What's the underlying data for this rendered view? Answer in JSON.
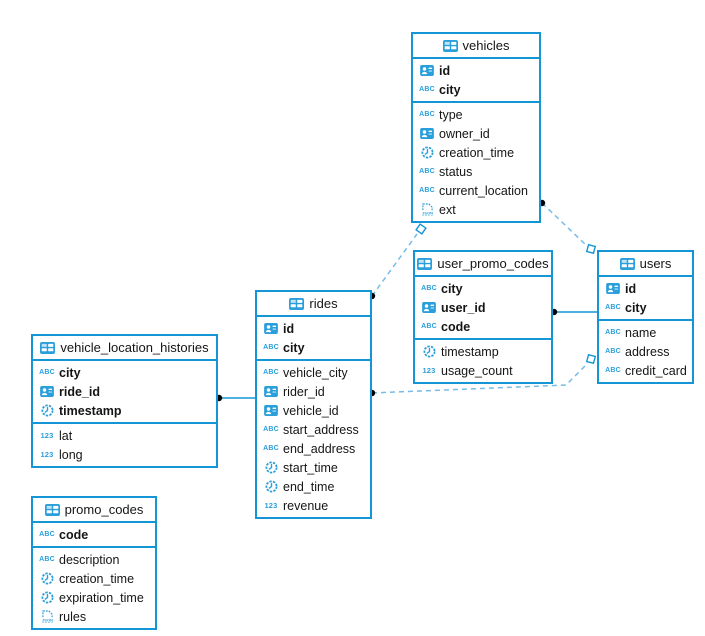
{
  "diagram": {
    "tables": [
      {
        "name": "vehicles",
        "fields": [
          {
            "name": "id",
            "type": "uuid",
            "pk": true
          },
          {
            "name": "city",
            "type": "string",
            "pk": true
          },
          {
            "name": "type",
            "type": "string",
            "pk": false
          },
          {
            "name": "owner_id",
            "type": "uuid",
            "pk": false
          },
          {
            "name": "creation_time",
            "type": "timestamp",
            "pk": false
          },
          {
            "name": "status",
            "type": "string",
            "pk": false
          },
          {
            "name": "current_location",
            "type": "string",
            "pk": false
          },
          {
            "name": "ext",
            "type": "json",
            "pk": false
          }
        ]
      },
      {
        "name": "user_promo_codes",
        "fields": [
          {
            "name": "city",
            "type": "string",
            "pk": true
          },
          {
            "name": "user_id",
            "type": "uuid",
            "pk": true
          },
          {
            "name": "code",
            "type": "string",
            "pk": true
          },
          {
            "name": "timestamp",
            "type": "timestamp",
            "pk": false
          },
          {
            "name": "usage_count",
            "type": "number",
            "pk": false
          }
        ]
      },
      {
        "name": "users",
        "fields": [
          {
            "name": "id",
            "type": "uuid",
            "pk": true
          },
          {
            "name": "city",
            "type": "string",
            "pk": true
          },
          {
            "name": "name",
            "type": "string",
            "pk": false
          },
          {
            "name": "address",
            "type": "string",
            "pk": false
          },
          {
            "name": "credit_card",
            "type": "string",
            "pk": false
          }
        ]
      },
      {
        "name": "rides",
        "fields": [
          {
            "name": "id",
            "type": "uuid",
            "pk": true
          },
          {
            "name": "city",
            "type": "string",
            "pk": true
          },
          {
            "name": "vehicle_city",
            "type": "string",
            "pk": false
          },
          {
            "name": "rider_id",
            "type": "uuid",
            "pk": false
          },
          {
            "name": "vehicle_id",
            "type": "uuid",
            "pk": false
          },
          {
            "name": "start_address",
            "type": "string",
            "pk": false
          },
          {
            "name": "end_address",
            "type": "string",
            "pk": false
          },
          {
            "name": "start_time",
            "type": "timestamp",
            "pk": false
          },
          {
            "name": "end_time",
            "type": "timestamp",
            "pk": false
          },
          {
            "name": "revenue",
            "type": "number",
            "pk": false
          }
        ]
      },
      {
        "name": "vehicle_location_histories",
        "fields": [
          {
            "name": "city",
            "type": "string",
            "pk": true
          },
          {
            "name": "ride_id",
            "type": "uuid",
            "pk": true
          },
          {
            "name": "timestamp",
            "type": "timestamp",
            "pk": true
          },
          {
            "name": "lat",
            "type": "number",
            "pk": false
          },
          {
            "name": "long",
            "type": "number",
            "pk": false
          }
        ]
      },
      {
        "name": "promo_codes",
        "fields": [
          {
            "name": "code",
            "type": "string",
            "pk": true
          },
          {
            "name": "description",
            "type": "string",
            "pk": false
          },
          {
            "name": "creation_time",
            "type": "timestamp",
            "pk": false
          },
          {
            "name": "expiration_time",
            "type": "timestamp",
            "pk": false
          },
          {
            "name": "rules",
            "type": "json",
            "pk": false
          }
        ]
      }
    ],
    "relations": [
      {
        "from": "vehicle_location_histories",
        "to": "rides",
        "style": "solid",
        "from_marker": "dot",
        "to_marker": "none"
      },
      {
        "from": "user_promo_codes",
        "to": "users",
        "style": "solid",
        "from_marker": "dot",
        "to_marker": "none"
      },
      {
        "from": "rides",
        "to": "vehicles",
        "style": "dashed",
        "from_marker": "dot",
        "to_marker": "open-square"
      },
      {
        "from": "vehicles",
        "to": "users",
        "style": "dashed",
        "from_marker": "dot",
        "to_marker": "open-square"
      },
      {
        "from": "rides",
        "to": "users",
        "style": "dashed",
        "from_marker": "dot",
        "to_marker": "open-square"
      }
    ],
    "icon_glyphs": {
      "string": "ABC",
      "number": "123",
      "json": "JSON"
    },
    "colors": {
      "table_border": "#1496d6",
      "icon_blue": "#2b9fdb",
      "dashed_line": "#76bce8",
      "solid_line": "#1496d6",
      "marker_dot": "#000000",
      "text": "#151515",
      "background": "#ffffff"
    }
  }
}
